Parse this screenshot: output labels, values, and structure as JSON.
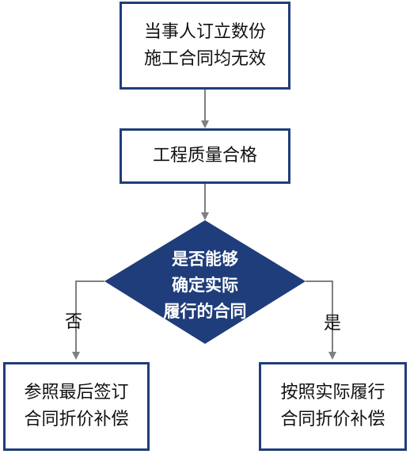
{
  "nodes": {
    "start": {
      "line1": "当事人订立数份",
      "line2": "施工合同均无效"
    },
    "quality": {
      "text": "工程质量合格"
    },
    "decision": {
      "line1": "是否能够",
      "line2": "确定实际",
      "line3": "履行的合同"
    },
    "left_result": {
      "line1": "参照最后签订",
      "line2": "合同折价补偿"
    },
    "right_result": {
      "line1": "按照实际履行",
      "line2": "合同折价补偿"
    }
  },
  "edges": {
    "no_label": "否",
    "yes_label": "是"
  },
  "colors": {
    "box_border": "#1f3d7a",
    "diamond_fill": "#1f3d7a",
    "connector": "#808080"
  }
}
